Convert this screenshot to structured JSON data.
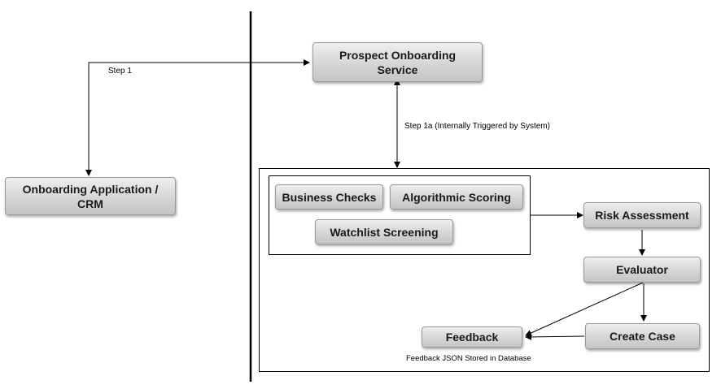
{
  "nodes": {
    "prospect_onboarding": "Prospect Onboarding Service",
    "onboarding_application": "Onboarding Application / CRM",
    "business_checks": "Business Checks",
    "algorithmic_scoring": "Algorithmic Scoring",
    "watchlist_screening": "Watchlist Screening",
    "risk_assessment": "Risk Assessment",
    "evaluator": "Evaluator",
    "create_case": "Create Case",
    "feedback": "Feedback"
  },
  "labels": {
    "step1": "Step 1",
    "step1a": "Step 1a (Internally Triggered by System)",
    "feedback_note": "Feedback JSON Stored in Database"
  }
}
